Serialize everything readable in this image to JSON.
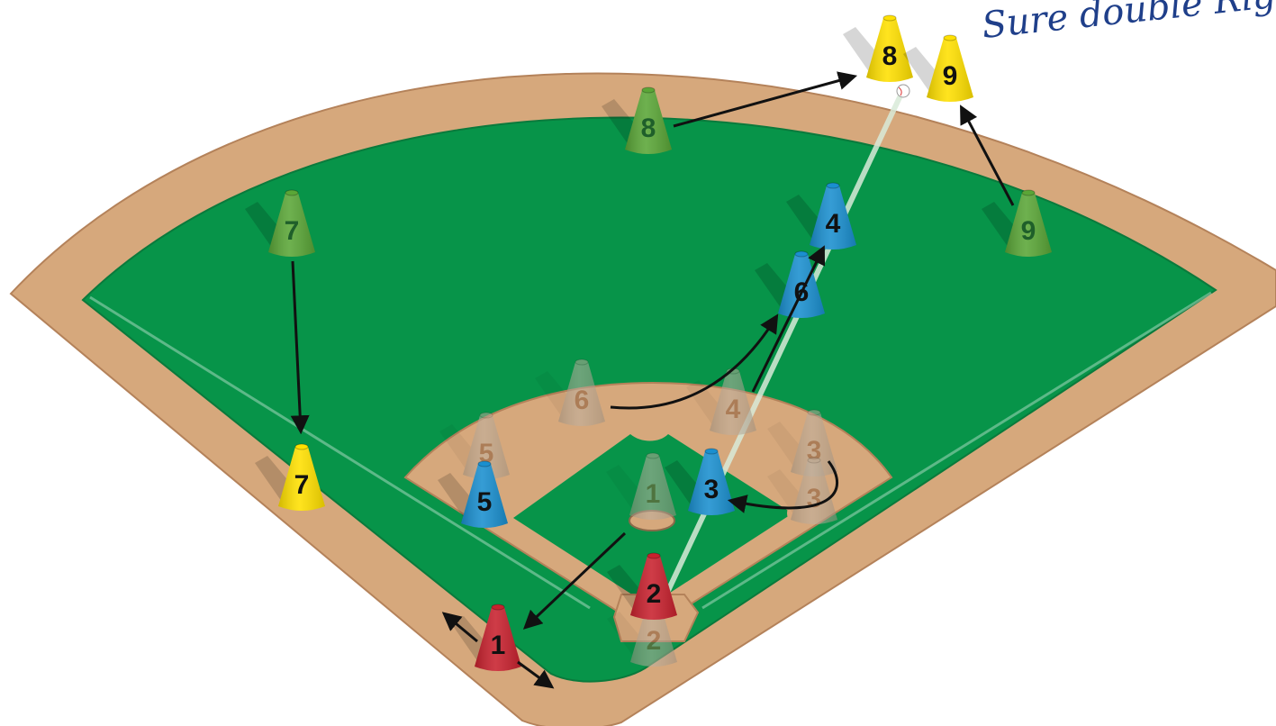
{
  "title": "Sure double Rig",
  "colors": {
    "grass": "#079449",
    "dirt": "#d6a87c",
    "dirt_edge": "#b4825a",
    "line": "#ffffff",
    "arrow": "#111111",
    "ball_path": "#d8ead8",
    "cones": {
      "green": "#5aa637",
      "yellow": "#ffe000",
      "blue": "#1a8fcf",
      "red": "#c8212e",
      "ghost": "#b7a896"
    }
  },
  "cones": {
    "green_lf": {
      "label": "7",
      "color": "green",
      "ghost": false
    },
    "green_cf": {
      "label": "8",
      "color": "green",
      "ghost": false
    },
    "green_rf": {
      "label": "9",
      "color": "green",
      "ghost": false
    },
    "yellow_lf": {
      "label": "7",
      "color": "yellow",
      "ghost": false
    },
    "yellow_cf": {
      "label": "8",
      "color": "yellow",
      "ghost": false
    },
    "yellow_rf": {
      "label": "9",
      "color": "yellow",
      "ghost": false
    },
    "blue_2b": {
      "label": "4",
      "color": "blue",
      "ghost": false
    },
    "blue_ss": {
      "label": "6",
      "color": "blue",
      "ghost": false
    },
    "blue_1b": {
      "label": "3",
      "color": "blue",
      "ghost": false
    },
    "blue_3b": {
      "label": "5",
      "color": "blue",
      "ghost": false
    },
    "red_catcher": {
      "label": "2",
      "color": "red",
      "ghost": false
    },
    "red_pitcher": {
      "label": "1",
      "color": "red",
      "ghost": false
    },
    "ghost_ss": {
      "label": "6",
      "color": "ghost",
      "ghost": true
    },
    "ghost_2b": {
      "label": "4",
      "color": "ghost",
      "ghost": true
    },
    "ghost_3b": {
      "label": "5",
      "color": "ghost",
      "ghost": true
    },
    "ghost_1b_deep": {
      "label": "3",
      "color": "ghost",
      "ghost": true
    },
    "ghost_1b_bag": {
      "label": "3",
      "color": "ghost",
      "ghost": true
    },
    "ghost_pitcher": {
      "label": "1",
      "color": "ghost",
      "ghost": true
    },
    "ghost_catcher": {
      "label": "2",
      "color": "ghost",
      "ghost": true
    }
  }
}
